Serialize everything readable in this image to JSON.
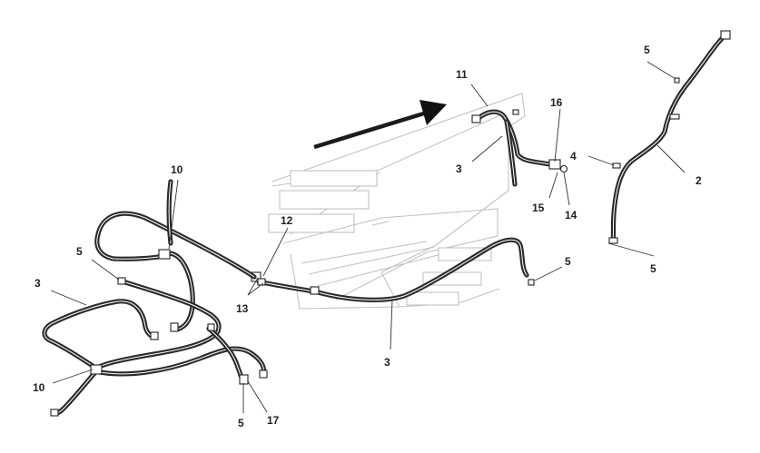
{
  "diagram": {
    "callouts": {
      "c2": "2",
      "c3a": "3",
      "c3b": "3",
      "c3c": "3",
      "c4": "4",
      "c5a": "5",
      "c5b": "5",
      "c5c": "5",
      "c5d": "5",
      "c5e": "5",
      "c10a": "10",
      "c10b": "10",
      "c11": "11",
      "c12": "12",
      "c13": "13",
      "c14": "14",
      "c15": "15",
      "c16": "16",
      "c17": "17"
    },
    "colors": {
      "line": "#2a2a2a",
      "frame": "#c2c2c2",
      "arrow": "#111111",
      "background": "#ffffff"
    }
  }
}
